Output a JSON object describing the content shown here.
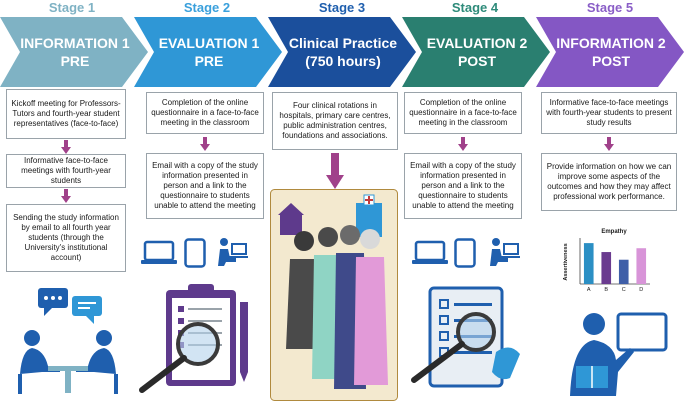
{
  "stages": [
    {
      "label": "Stage 1",
      "title_line1": "INFORMATION 1",
      "title_line2": "PRE",
      "label_color": "#7fb2c4",
      "fill": "#7fb2c4"
    },
    {
      "label": "Stage 2",
      "title_line1": "EVALUATION 1",
      "title_line2": "PRE",
      "label_color": "#3aa0dc",
      "fill": "#2f97d6"
    },
    {
      "label": "Stage 3",
      "title_line1": "Clinical Practice",
      "title_line2": "(750 hours)",
      "label_color": "#1f5fae",
      "fill": "#1b4f9c"
    },
    {
      "label": "Stage 4",
      "title_line1": "EVALUATION 2",
      "title_line2": "POST",
      "label_color": "#2e8b7a",
      "fill": "#2a7f70"
    },
    {
      "label": "Stage 5",
      "title_line1": "INFORMATION 2",
      "title_line2": "POST",
      "label_color": "#8a5ec7",
      "fill": "#8457c4"
    }
  ],
  "col1": {
    "box1": "Kickoff meeting for Professors-Tutors and fourth-year student representatives (face-to-face)",
    "box2": "Informative face-to-face meetings with fourth-year students",
    "box3": "Sending the study information by email to all fourth year students (through the University's institutional account)"
  },
  "col2": {
    "box1": "Completion of the online questionnaire in a face-to-face meeting in the classroom",
    "box2": "Email with a copy of the study information presented in person and a link to the questionnaire to students unable to attend the meeting"
  },
  "col3": {
    "box1": "Four clinical rotations in hospitals, primary care centres, public administration centres, foundations and associations."
  },
  "col4": {
    "box1": "Completion of the online questionnaire in a face-to-face meeting in the classroom",
    "box2": "Email with a copy of the study information presented in person and a link to the questionnaire to students unable to attend the meeting"
  },
  "col5": {
    "box1": "Informative face-to-face meetings with fourth-year students to present study results",
    "box2": "Provide information on how we can improve some aspects of the outcomes and how they may affect professional work performance."
  },
  "colors": {
    "arrow": "#a0418a",
    "icon_blue": "#1f5fae",
    "box_border": "#9aa3aa"
  },
  "chart_data": {
    "type": "bar",
    "title": "Empathy",
    "ylabel": "Assertiveness",
    "categories": [
      "A",
      "B",
      "C",
      "D"
    ],
    "values": [
      16,
      12.5,
      9.5,
      14
    ],
    "colors": [
      "#2b8fc4",
      "#6a3b8f",
      "#3f5fa8",
      "#d894d8"
    ],
    "ylim": [
      0,
      18
    ]
  }
}
